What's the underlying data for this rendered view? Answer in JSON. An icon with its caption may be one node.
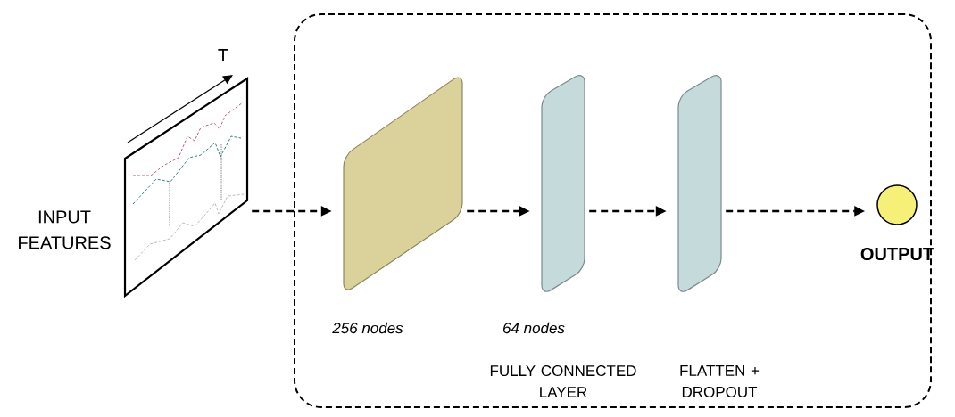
{
  "diagram": {
    "nodes": [
      {
        "text": [],
        "shape": "box"
      },
      {
        "text": [],
        "shape": "picture",
        "beside": [
          "INPUT FEATURES"
        ]
      },
      {
        "text": [],
        "shape": "box",
        "in": 0,
        "beside": [
          "256 nodes"
        ]
      },
      {
        "text": [],
        "shape": "box",
        "in": 0,
        "beside": [
          "64 nodes"
        ]
      },
      {
        "text": [],
        "shape": "box",
        "in": 0
      },
      {
        "text": [],
        "shape": "circle",
        "in": 0,
        "beside": [
          "OUTPUT"
        ]
      }
    ],
    "edges": [
      {
        "from": 1,
        "to": 2,
        "arrow": "to",
        "style": "dashed"
      },
      {
        "from": 2,
        "to": 3,
        "arrow": "to",
        "style": "dashed"
      },
      {
        "from": 3,
        "to": 4,
        "arrow": "to",
        "style": "dashed"
      },
      {
        "from": 4,
        "to": 5,
        "arrow": "to",
        "style": "dashed"
      }
    ],
    "labels": [
      "T",
      "FULLY CONNECTED LAYER",
      "FLATTEN + DROPOUT"
    ]
  }
}
